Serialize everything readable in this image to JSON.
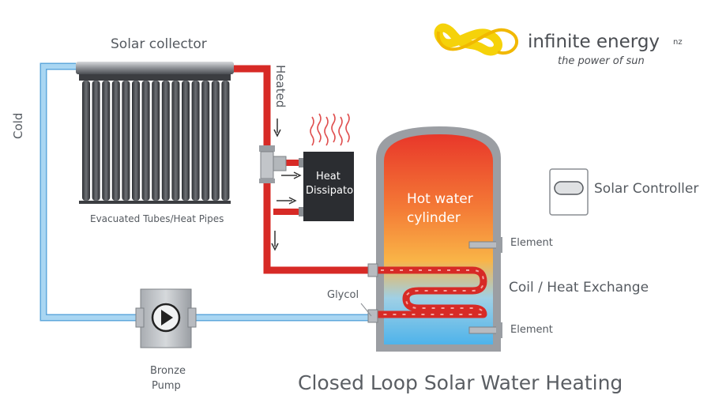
{
  "brand": {
    "name": "infinite energy",
    "suffix": "nz",
    "tagline": "the power of sun",
    "logo_color": "#f5d20a"
  },
  "title": "Closed Loop Solar Water Heating",
  "labels": {
    "solar_collector": "Solar collector",
    "evacuated_tubes": "Evacuated Tubes/Heat Pipes",
    "cold": "Cold",
    "heated": "Heated",
    "heat_dissipator_line1": "Heat",
    "heat_dissipator_line2": "Dissipator",
    "hot_water_line1": "Hot water",
    "hot_water_line2": "cylinder",
    "solar_controller": "Solar Controller",
    "element_top": "Element",
    "element_bottom": "Element",
    "coil": "Coil / Heat Exchange",
    "glycol": "Glycol",
    "pump_line1": "Bronze",
    "pump_line2": "Pump"
  },
  "colors": {
    "hot_pipe": "#e1332f",
    "cold_pipe": "#8ec6ea",
    "text": "#555a60",
    "tank_top": "#e8402a",
    "tank_mid": "#f7a63a",
    "tank_bottom": "#5cb9ea"
  }
}
